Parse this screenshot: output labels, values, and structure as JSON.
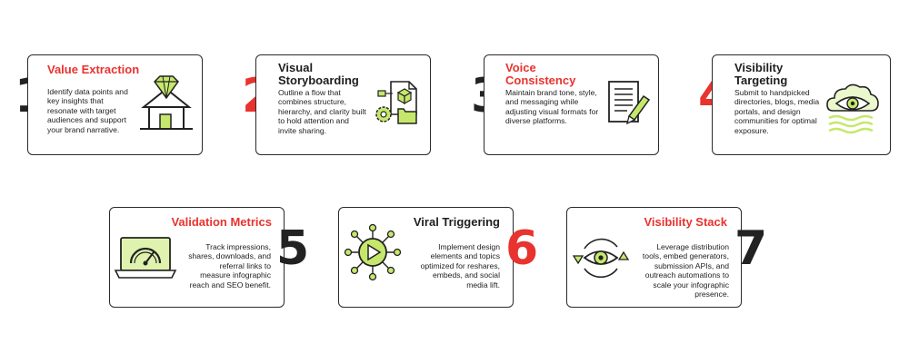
{
  "steps": [
    {
      "number": "1",
      "title": "Value Extraction",
      "text": "Identify data points and key insights that resonate with target audiences and support your brand narrative."
    },
    {
      "number": "2",
      "title": "Visual Storyboarding",
      "text": "Outline a flow that combines structure, hierarchy, and clarity built to hold attention and invite sharing."
    },
    {
      "number": "3",
      "title": "Voice Consistency",
      "text": "Maintain brand tone, style, and messaging while adjusting visual formats for diverse platforms."
    },
    {
      "number": "4",
      "title": "Visibility Targeting",
      "text": "Submit to handpicked directories, blogs, media portals, and design communities for optimal exposure."
    },
    {
      "number": "5",
      "title": "Validation Metrics",
      "text": "Track impressions, shares, downloads, and referral links to measure infographic reach and SEO benefit."
    },
    {
      "number": "6",
      "title": "Viral Triggering",
      "text": "Implement design elements and topics optimized for reshares, embeds, and social media lift."
    },
    {
      "number": "7",
      "title": "Visibility Stack",
      "text": "Leverage distribution tools, embed generators, submission APIs, and outreach automations to scale your infographic presence."
    }
  ],
  "colors": {
    "accent_red": "#e8332e",
    "accent_green": "#c5e86c",
    "dark": "#222222"
  },
  "icons": [
    "diamond-house-icon",
    "storyboard-icon",
    "document-pen-icon",
    "cloud-eye-icon",
    "laptop-gauge-icon",
    "play-network-icon",
    "eye-arrows-icon"
  ]
}
